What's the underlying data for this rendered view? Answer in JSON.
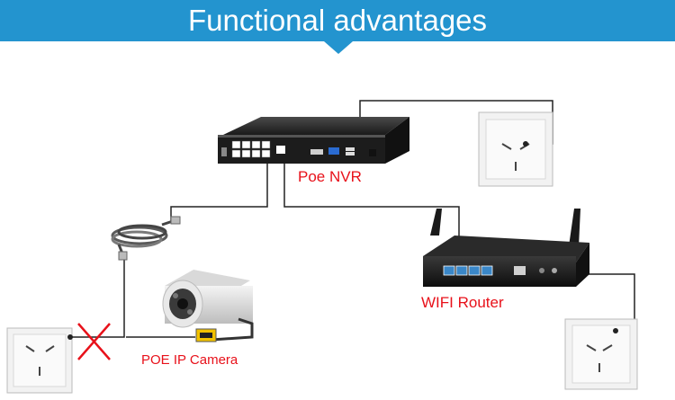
{
  "banner": {
    "title": "Functional advantages",
    "color": "#2394cf"
  },
  "labels": {
    "nvr": "Poe NVR",
    "router": "WIFI Router",
    "camera": "POE IP Camera"
  },
  "colors": {
    "label": "#e8111a",
    "cable": "#222222",
    "cross": "#e8111a"
  },
  "icons": {
    "nvr": "poe-nvr-device",
    "router": "wifi-router-device",
    "camera": "bullet-ip-camera",
    "cable": "ethernet-cable-coil",
    "outlet": "power-outlet",
    "cross": "red-cross-mark"
  }
}
